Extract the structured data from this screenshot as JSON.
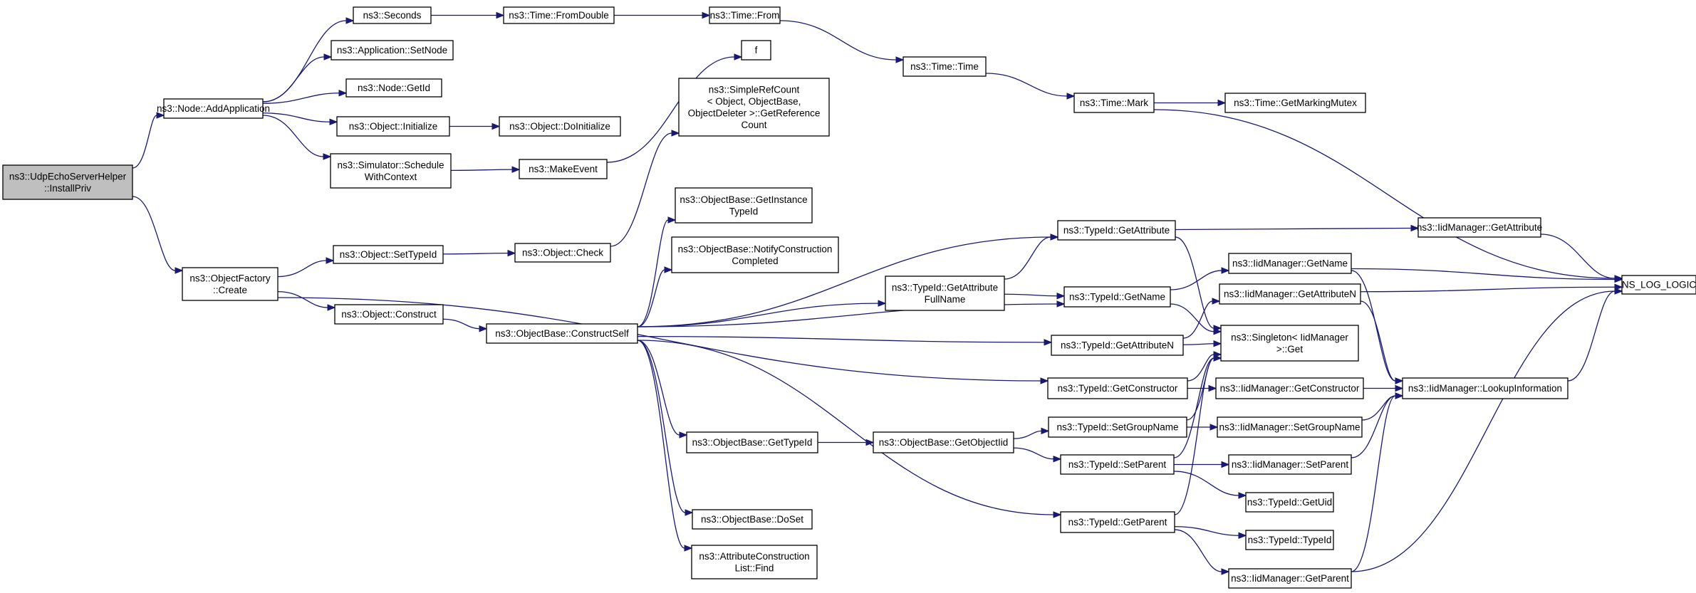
{
  "graph": {
    "nodes": [
      {
        "id": "root",
        "lines": [
          "ns3::UdpEchoServerHelper",
          "::InstallPriv"
        ],
        "highlight": true
      },
      {
        "id": "addapp",
        "lines": [
          "ns3::Node::AddApplication"
        ]
      },
      {
        "id": "factory",
        "lines": [
          "ns3::ObjectFactory",
          "::Create"
        ]
      },
      {
        "id": "seconds",
        "lines": [
          "ns3::Seconds"
        ]
      },
      {
        "id": "setnode",
        "lines": [
          "ns3::Application::SetNode"
        ]
      },
      {
        "id": "getid",
        "lines": [
          "ns3::Node::GetId"
        ]
      },
      {
        "id": "objinit",
        "lines": [
          "ns3::Object::Initialize"
        ]
      },
      {
        "id": "schedctx",
        "lines": [
          "ns3::Simulator::Schedule",
          "WithContext"
        ]
      },
      {
        "id": "settypeid",
        "lines": [
          "ns3::Object::SetTypeId"
        ]
      },
      {
        "id": "construct",
        "lines": [
          "ns3::Object::Construct"
        ]
      },
      {
        "id": "fromdouble",
        "lines": [
          "ns3::Time::FromDouble"
        ]
      },
      {
        "id": "doinit",
        "lines": [
          "ns3::Object::DoInitialize"
        ]
      },
      {
        "id": "makeevent",
        "lines": [
          "ns3::MakeEvent"
        ]
      },
      {
        "id": "check",
        "lines": [
          "ns3::Object::Check"
        ]
      },
      {
        "id": "constructself",
        "lines": [
          "ns3::ObjectBase::ConstructSelf"
        ]
      },
      {
        "id": "timefrom",
        "lines": [
          "ns3::Time::From"
        ]
      },
      {
        "id": "f",
        "lines": [
          "f"
        ]
      },
      {
        "id": "simplerefcount",
        "lines": [
          "ns3::SimpleRefCount",
          "< Object, ObjectBase,",
          "ObjectDeleter >::GetReference",
          "Count"
        ]
      },
      {
        "id": "getinstance",
        "lines": [
          "ns3::ObjectBase::GetInstance",
          "TypeId"
        ]
      },
      {
        "id": "notifyconstr",
        "lines": [
          "ns3::ObjectBase::NotifyConstruction",
          "Completed"
        ]
      },
      {
        "id": "obgettypeid",
        "lines": [
          "ns3::ObjectBase::GetTypeId"
        ]
      },
      {
        "id": "doset",
        "lines": [
          "ns3::ObjectBase::DoSet"
        ]
      },
      {
        "id": "attrfind",
        "lines": [
          "ns3::AttributeConstruction",
          "List::Find"
        ]
      },
      {
        "id": "timetime",
        "lines": [
          "ns3::Time::Time"
        ]
      },
      {
        "id": "getattrfull",
        "lines": [
          "ns3::TypeId::GetAttribute",
          "FullName"
        ]
      },
      {
        "id": "getobjectiid",
        "lines": [
          "ns3::ObjectBase::GetObjectIid"
        ]
      },
      {
        "id": "timemark",
        "lines": [
          "ns3::Time::Mark"
        ]
      },
      {
        "id": "tgetattr",
        "lines": [
          "ns3::TypeId::GetAttribute"
        ]
      },
      {
        "id": "tgetname",
        "lines": [
          "ns3::TypeId::GetName"
        ]
      },
      {
        "id": "tgetattrn",
        "lines": [
          "ns3::TypeId::GetAttributeN"
        ]
      },
      {
        "id": "tgetconstr",
        "lines": [
          "ns3::TypeId::GetConstructor"
        ]
      },
      {
        "id": "tsetgroup",
        "lines": [
          "ns3::TypeId::SetGroupName"
        ]
      },
      {
        "id": "tsetparent",
        "lines": [
          "ns3::TypeId::SetParent"
        ]
      },
      {
        "id": "tgetparent",
        "lines": [
          "ns3::TypeId::GetParent"
        ]
      },
      {
        "id": "getmarking",
        "lines": [
          "ns3::Time::GetMarkingMutex"
        ]
      },
      {
        "id": "singleton",
        "lines": [
          "ns3::Singleton< IidManager",
          ">::Get"
        ]
      },
      {
        "id": "igetname",
        "lines": [
          "ns3::IidManager::GetName"
        ]
      },
      {
        "id": "igetattrn",
        "lines": [
          "ns3::IidManager::GetAttributeN"
        ]
      },
      {
        "id": "igetconstr",
        "lines": [
          "ns3::IidManager::GetConstructor"
        ]
      },
      {
        "id": "isetgroup",
        "lines": [
          "ns3::IidManager::SetGroupName"
        ]
      },
      {
        "id": "isetparent",
        "lines": [
          "ns3::IidManager::SetParent"
        ]
      },
      {
        "id": "tgetuid",
        "lines": [
          "ns3::TypeId::GetUid"
        ]
      },
      {
        "id": "ttypeid",
        "lines": [
          "ns3::TypeId::TypeId"
        ]
      },
      {
        "id": "igetparent",
        "lines": [
          "ns3::IidManager::GetParent"
        ]
      },
      {
        "id": "igetattr",
        "lines": [
          "ns3::IidManager::GetAttribute"
        ]
      },
      {
        "id": "lookup",
        "lines": [
          "ns3::IidManager::LookupInformation"
        ]
      },
      {
        "id": "nslog",
        "lines": [
          "NS_LOG_LOGIC"
        ]
      }
    ],
    "edges": [
      [
        "root",
        "addapp"
      ],
      [
        "root",
        "factory"
      ],
      [
        "addapp",
        "seconds"
      ],
      [
        "addapp",
        "setnode"
      ],
      [
        "addapp",
        "getid"
      ],
      [
        "addapp",
        "objinit"
      ],
      [
        "addapp",
        "schedctx"
      ],
      [
        "factory",
        "settypeid"
      ],
      [
        "factory",
        "construct"
      ],
      [
        "factory",
        "tgetconstr"
      ],
      [
        "seconds",
        "fromdouble"
      ],
      [
        "fromdouble",
        "timefrom"
      ],
      [
        "timefrom",
        "timetime"
      ],
      [
        "timetime",
        "timemark"
      ],
      [
        "timemark",
        "getmarking"
      ],
      [
        "timemark",
        "nslog"
      ],
      [
        "objinit",
        "doinit"
      ],
      [
        "schedctx",
        "makeevent"
      ],
      [
        "makeevent",
        "f"
      ],
      [
        "settypeid",
        "check"
      ],
      [
        "check",
        "simplerefcount"
      ],
      [
        "construct",
        "constructself"
      ],
      [
        "constructself",
        "tgetattr"
      ],
      [
        "constructself",
        "getinstance"
      ],
      [
        "constructself",
        "notifyconstr"
      ],
      [
        "constructself",
        "getattrfull"
      ],
      [
        "constructself",
        "tgetname"
      ],
      [
        "constructself",
        "tgetattrn"
      ],
      [
        "constructself",
        "obgettypeid"
      ],
      [
        "constructself",
        "doset"
      ],
      [
        "constructself",
        "attrfind"
      ],
      [
        "constructself",
        "tgetparent"
      ],
      [
        "getattrfull",
        "tgetattr"
      ],
      [
        "getattrfull",
        "tgetname"
      ],
      [
        "obgettypeid",
        "getobjectiid"
      ],
      [
        "getobjectiid",
        "tsetgroup"
      ],
      [
        "getobjectiid",
        "tsetparent"
      ],
      [
        "tgetattr",
        "igetattr"
      ],
      [
        "tgetattr",
        "singleton"
      ],
      [
        "tgetname",
        "igetname"
      ],
      [
        "tgetname",
        "singleton"
      ],
      [
        "tgetattrn",
        "igetattrn"
      ],
      [
        "tgetattrn",
        "singleton"
      ],
      [
        "tgetconstr",
        "igetconstr"
      ],
      [
        "tgetconstr",
        "singleton"
      ],
      [
        "tsetgroup",
        "isetgroup"
      ],
      [
        "tsetgroup",
        "singleton"
      ],
      [
        "tsetparent",
        "isetparent"
      ],
      [
        "tsetparent",
        "tgetuid"
      ],
      [
        "tsetparent",
        "singleton"
      ],
      [
        "tgetparent",
        "ttypeid"
      ],
      [
        "tgetparent",
        "igetparent"
      ],
      [
        "tgetparent",
        "singleton"
      ],
      [
        "igetattr",
        "nslog"
      ],
      [
        "igetname",
        "nslog"
      ],
      [
        "igetname",
        "lookup"
      ],
      [
        "igetattrn",
        "nslog"
      ],
      [
        "igetattrn",
        "lookup"
      ],
      [
        "igetconstr",
        "lookup"
      ],
      [
        "isetgroup",
        "lookup"
      ],
      [
        "isetparent",
        "lookup"
      ],
      [
        "igetparent",
        "lookup"
      ],
      [
        "igetparent",
        "nslog"
      ],
      [
        "lookup",
        "nslog"
      ]
    ]
  }
}
